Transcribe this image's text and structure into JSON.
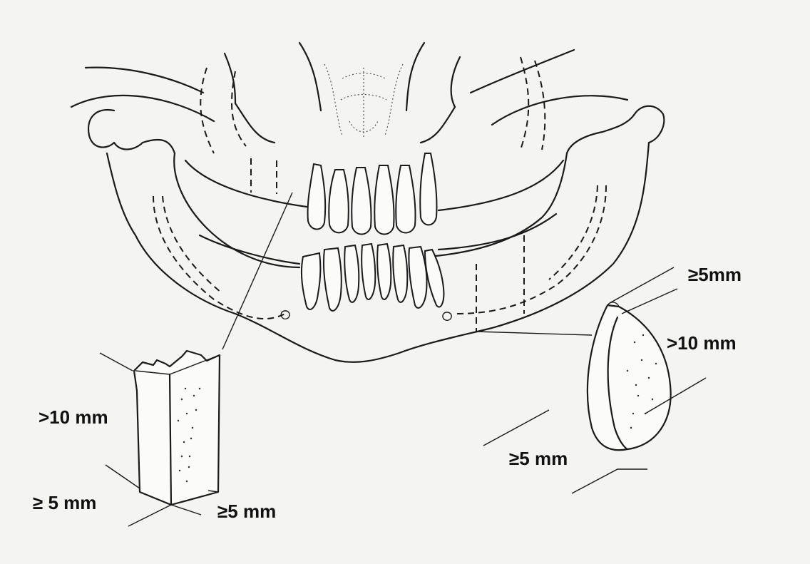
{
  "labels": {
    "left_height": ">10 mm",
    "left_depth": "≥ 5 mm",
    "left_width": "≥5 mm",
    "right_top": "≥5mm",
    "right_height": ">10 mm",
    "right_bottom": "≥5 mm"
  },
  "icons": {
    "left_section": "mandible-cross-section-block",
    "right_section": "bone-cross-section-oval"
  }
}
